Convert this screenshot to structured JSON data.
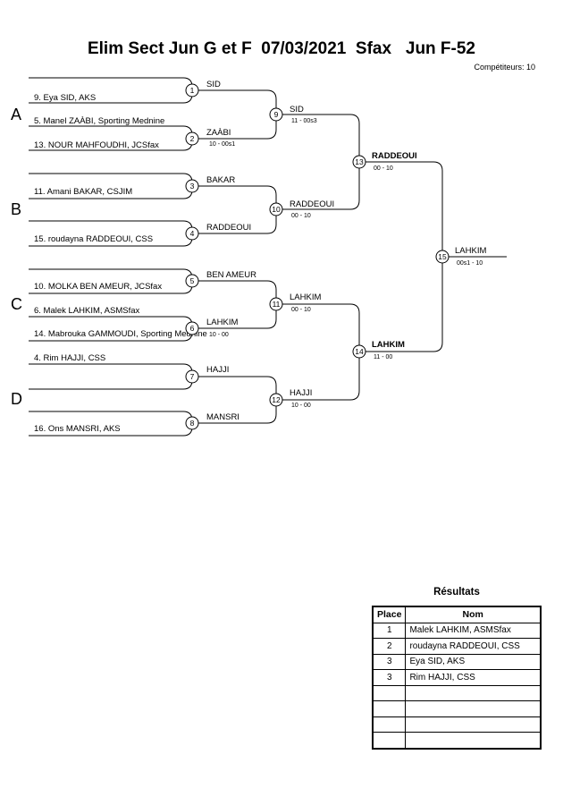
{
  "title": "Elim Sect Jun G et F  07/03/2021  Sfax   Jun F-52",
  "competitors_label": "Compétiteurs: 10",
  "pools": [
    "A",
    "B",
    "C",
    "D"
  ],
  "entries": [
    "9. Eya SID, AKS",
    "5. Manel ZAÀBI, Sporting Mednine",
    "13. NOUR MAHFOUDHI, JCSfax",
    "11. Amani BAKAR, CSJIM",
    "15. roudayna RADDEOUI, CSS",
    "10. MOLKA BEN AMEUR, JCSfax",
    "6. Malek LAHKIM, ASMSfax",
    "14. Mabrouka GAMMOUDI, Sporting Mednine",
    "4. Rim HAJJI, CSS",
    "16. Ons MANSRI, AKS"
  ],
  "matches": [
    {
      "num": "1",
      "winner": "SID",
      "score": ""
    },
    {
      "num": "2",
      "winner": "ZAÀBI",
      "score": "10 - 00s1"
    },
    {
      "num": "3",
      "winner": "BAKAR",
      "score": ""
    },
    {
      "num": "4",
      "winner": "RADDEOUI",
      "score": ""
    },
    {
      "num": "5",
      "winner": "BEN AMEUR",
      "score": ""
    },
    {
      "num": "6",
      "winner": "LAHKIM",
      "score": "10 - 00"
    },
    {
      "num": "7",
      "winner": "HAJJI",
      "score": ""
    },
    {
      "num": "8",
      "winner": "MANSRI",
      "score": ""
    },
    {
      "num": "9",
      "winner": "SID",
      "score": "11 - 00s3"
    },
    {
      "num": "10",
      "winner": "RADDEOUI",
      "score": "00 - 10"
    },
    {
      "num": "11",
      "winner": "LAHKIM",
      "score": "00 - 10"
    },
    {
      "num": "12",
      "winner": "HAJJI",
      "score": "10 - 00"
    },
    {
      "num": "13",
      "winner": "RADDEOUI",
      "score": "00 - 10"
    },
    {
      "num": "14",
      "winner": "LAHKIM",
      "score": "11 - 00"
    },
    {
      "num": "15",
      "winner": "LAHKIM",
      "score": "00s1 - 10"
    }
  ],
  "results": {
    "title": "Résultats",
    "headers": [
      "Place",
      "Nom"
    ],
    "rows": [
      {
        "place": "1",
        "name": "Malek LAHKIM, ASMSfax"
      },
      {
        "place": "2",
        "name": "roudayna RADDEOUI, CSS"
      },
      {
        "place": "3",
        "name": "Eya SID, AKS"
      },
      {
        "place": "3",
        "name": "Rim HAJJI, CSS"
      },
      {
        "place": "",
        "name": ""
      },
      {
        "place": "",
        "name": ""
      },
      {
        "place": "",
        "name": ""
      },
      {
        "place": "",
        "name": ""
      }
    ]
  }
}
